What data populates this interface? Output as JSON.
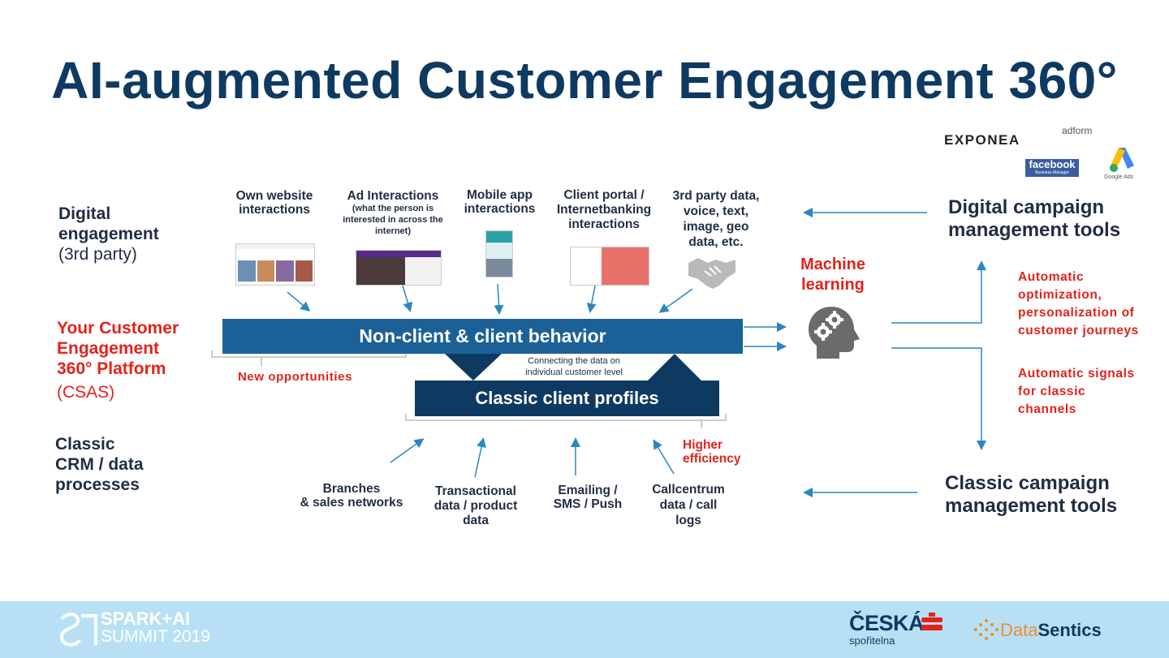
{
  "title": "AI-augmented Customer Engagement 360°",
  "left_labels": {
    "digital_line1": "Digital",
    "digital_line2": "engagement",
    "digital_sub": "(3rd party)",
    "platform_line1": "Your Customer",
    "platform_line2": "Engagement",
    "platform_line3": "360° Platform",
    "platform_sub": "(CSAS)",
    "classic_line1": "Classic",
    "classic_line2": "CRM / data",
    "classic_line3": "processes"
  },
  "digital_sources": [
    {
      "line1": "Own website",
      "line2": "interactions",
      "note": ""
    },
    {
      "line1": "Ad Interactions",
      "line2": "",
      "note": "(what the person is interested in across the internet)"
    },
    {
      "line1": "Mobile app",
      "line2": "interactions",
      "note": ""
    },
    {
      "line1": "Client portal /",
      "line2": "Internetbanking interactions",
      "note": ""
    },
    {
      "line1": "3rd party data,",
      "line2": "voice, text, image, geo data, etc.",
      "note": ""
    }
  ],
  "center": {
    "behavior_bar": "Non-client & client behavior",
    "profiles_bar": "Classic client profiles",
    "connecting_line1": "Connecting the data on",
    "connecting_line2": "individual customer level",
    "new_opportunities": "New opportunities",
    "higher_efficiency_line1": "Higher",
    "higher_efficiency_line2": "efficiency"
  },
  "classic_sources": [
    {
      "line1": "Branches",
      "line2": "& sales networks"
    },
    {
      "line1": "Transactional",
      "line2": "data / product data"
    },
    {
      "line1": "Emailing /",
      "line2": "SMS / Push"
    },
    {
      "line1": "Callcentrum",
      "line2": "data / call logs"
    }
  ],
  "machine_learning": {
    "line1": "Machine",
    "line2": "learning",
    "icon": "brain-gears-icon"
  },
  "right": {
    "digital_tools_line1": "Digital campaign",
    "digital_tools_line2": "management tools",
    "classic_tools_line1": "Classic campaign",
    "classic_tools_line2": "management tools",
    "auto_opt_line1": "Automatic",
    "auto_opt_line2": "optimization,",
    "auto_opt_line3": "personalization of",
    "auto_opt_line4": "customer journeys",
    "auto_sig_line1": "Automatic signals",
    "auto_sig_line2": "for classic",
    "auto_sig_line3": "channels"
  },
  "logos": {
    "exponea": "EXPONEA",
    "adform": "adform",
    "facebook": "facebook",
    "facebook_sub": "Business Manager",
    "google": "Google Ads"
  },
  "footer": {
    "spark_line1": "SPARK+AI",
    "spark_line2": "SUMMIT 2019",
    "ceska_line1": "ČESKÁ",
    "ceska_line2": "spořitelna",
    "datasentics_a": "Data",
    "datasentics_b": "Sentics"
  },
  "colors": {
    "title": "#0e3a62",
    "accent_red": "#e2231a",
    "bar_blue": "#1b6197",
    "bar_dark": "#0e3a62",
    "arrow": "#2a86c0",
    "footer": "#b8e0f4"
  }
}
